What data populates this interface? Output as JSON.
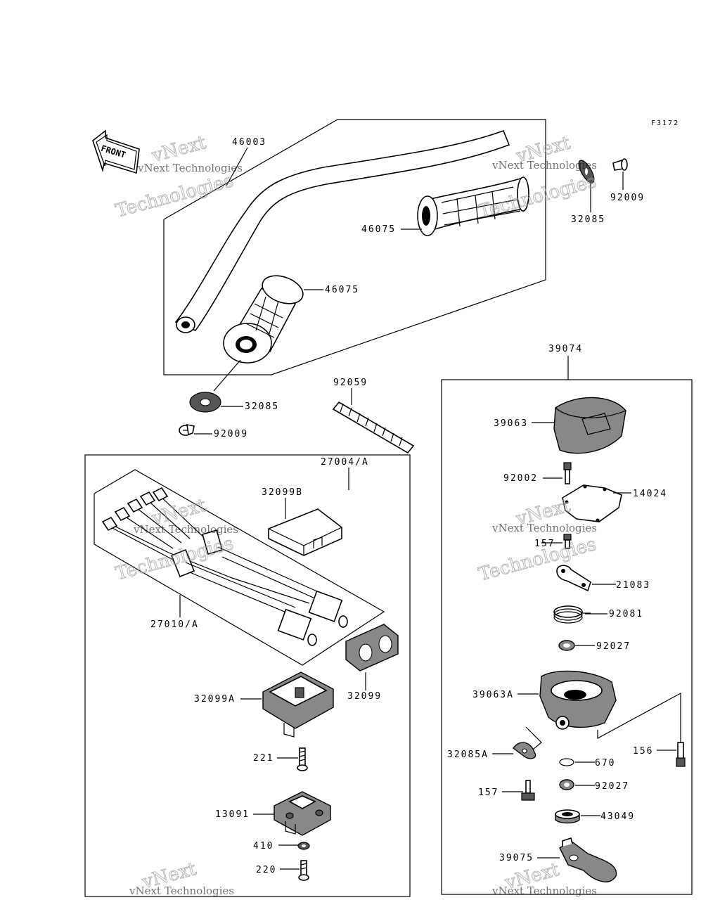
{
  "figure_code": "F3172",
  "front_label": "FRONT",
  "watermark": {
    "line1": "vNext Technologies",
    "line2": "Technologies",
    "line3": "vNext"
  },
  "parts": [
    {
      "id": "46003",
      "name": "handlebar"
    },
    {
      "id": "46075",
      "name": "grip-right"
    },
    {
      "id": "46075",
      "name": "grip-left"
    },
    {
      "id": "32085",
      "name": "end-cap-right"
    },
    {
      "id": "92009",
      "name": "screw-right"
    },
    {
      "id": "32085",
      "name": "end-cap-left"
    },
    {
      "id": "92009",
      "name": "screw-left"
    },
    {
      "id": "92059",
      "name": "tube"
    },
    {
      "id": "27004/A",
      "name": "switch-group-assembly"
    },
    {
      "id": "32099B",
      "name": "switch-cover"
    },
    {
      "id": "27010/A",
      "name": "switch-wiring"
    },
    {
      "id": "32099",
      "name": "switch-boot"
    },
    {
      "id": "32099A",
      "name": "switch-housing"
    },
    {
      "id": "221",
      "name": "bolt-221"
    },
    {
      "id": "13091",
      "name": "clamp-holder"
    },
    {
      "id": "410",
      "name": "washer-410"
    },
    {
      "id": "220",
      "name": "bolt-220"
    },
    {
      "id": "39074",
      "name": "throttle-assembly"
    },
    {
      "id": "39063",
      "name": "throttle-cover"
    },
    {
      "id": "92002",
      "name": "bolt-92002"
    },
    {
      "id": "14024",
      "name": "cover-plate"
    },
    {
      "id": "157",
      "name": "screw-157-upper"
    },
    {
      "id": "21083",
      "name": "throttle-arm"
    },
    {
      "id": "92081",
      "name": "spring"
    },
    {
      "id": "92027",
      "name": "washer-upper"
    },
    {
      "id": "39063A",
      "name": "throttle-housing"
    },
    {
      "id": "156",
      "name": "bolt-156"
    },
    {
      "id": "32085A",
      "name": "clip"
    },
    {
      "id": "670",
      "name": "o-ring"
    },
    {
      "id": "157",
      "name": "screw-157-lower"
    },
    {
      "id": "92027",
      "name": "washer-lower"
    },
    {
      "id": "43049",
      "name": "seal"
    },
    {
      "id": "39075",
      "name": "throttle-lever"
    }
  ]
}
